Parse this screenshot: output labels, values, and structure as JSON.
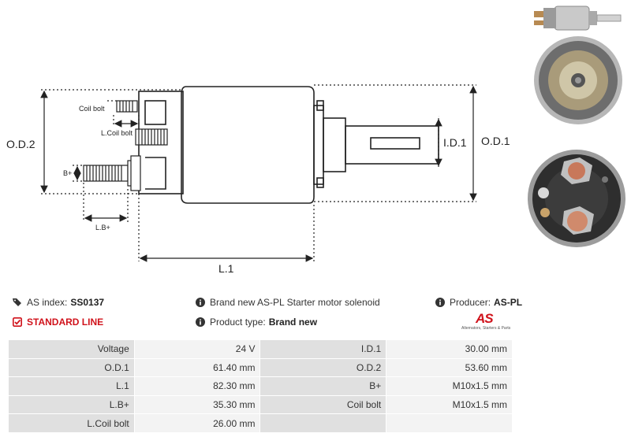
{
  "drawing": {
    "labels": {
      "od2": "O.D.2",
      "od1": "O.D.1",
      "id1": "I.D.1",
      "l1": "L.1",
      "lb": "L.B+",
      "bplus": "B+",
      "coil_bolt": "Coil bolt",
      "l_coil_bolt": "L.Coil bolt"
    }
  },
  "info": {
    "as_index_label": "AS index:",
    "as_index_value": "SS0137",
    "description": "Brand new AS-PL Starter motor solenoid",
    "producer_label": "Producer:",
    "producer_value": "AS-PL",
    "line": "STANDARD LINE",
    "product_type_label": "Product type:",
    "product_type_value": "Brand new"
  },
  "logo": {
    "text": "AS",
    "subtitle": "Alternators, Starters & Parts"
  },
  "colors": {
    "accent_red": "#d0121b",
    "label_bg": "#e0e0e0",
    "value_bg": "#f3f3f3"
  },
  "specs": [
    {
      "l1": "Voltage",
      "v1": "24 V",
      "l2": "I.D.1",
      "v2": "30.00 mm"
    },
    {
      "l1": "O.D.1",
      "v1": "61.40 mm",
      "l2": "O.D.2",
      "v2": "53.60 mm"
    },
    {
      "l1": "L.1",
      "v1": "82.30 mm",
      "l2": "B+",
      "v2": "M10x1.5 mm"
    },
    {
      "l1": "L.B+",
      "v1": "35.30 mm",
      "l2": "Coil bolt",
      "v2": "M10x1.5 mm"
    },
    {
      "l1": "L.Coil bolt",
      "v1": "26.00 mm",
      "l2": "",
      "v2": ""
    }
  ]
}
